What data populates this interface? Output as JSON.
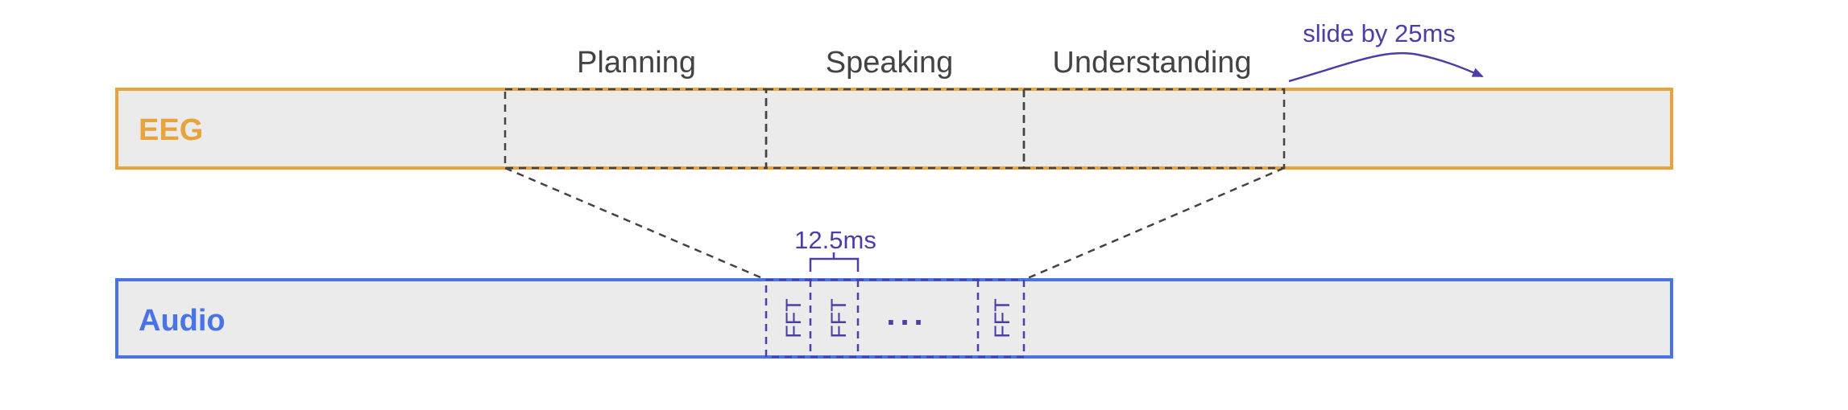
{
  "colors": {
    "eeg": "#E8A33D",
    "audio": "#4A73E8",
    "annotation": "#4B3FA6",
    "track_fill": "#EBEBEB",
    "dashed": "#434343",
    "phase_text": "#434343"
  },
  "eeg_track": {
    "label": "EEG"
  },
  "audio_track": {
    "label": "Audio"
  },
  "phases": [
    "Planning",
    "Speaking",
    "Understanding"
  ],
  "slide_annotation": "slide by 25ms",
  "hop_annotation": "12.5ms",
  "fft_frames": [
    {
      "label": "FFT"
    },
    {
      "label": "FFT"
    },
    {
      "label": "FFT"
    }
  ],
  "ellipsis": "..."
}
